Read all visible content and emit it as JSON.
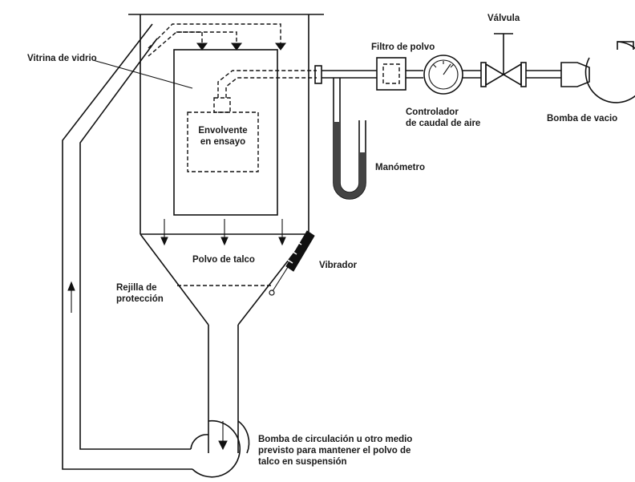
{
  "labels": {
    "vitrina": "Vitrina de vidrio",
    "envolvente": "Envolvente\nen ensayo",
    "filtro": "Filtro de polvo",
    "valvula": "Válvula",
    "controlador": "Controlador\nde caudal de aire",
    "bomba_vacio": "Bomba de vacio",
    "manometro": "Manómetro",
    "polvo": "Polvo de talco",
    "vibrador": "Vibrador",
    "rejilla": "Rejilla de\nprotección",
    "bomba_circulacion": "Bomba de circulación u otro medio\nprevisto para mantener el polvo de\ntalco en suspensión"
  }
}
